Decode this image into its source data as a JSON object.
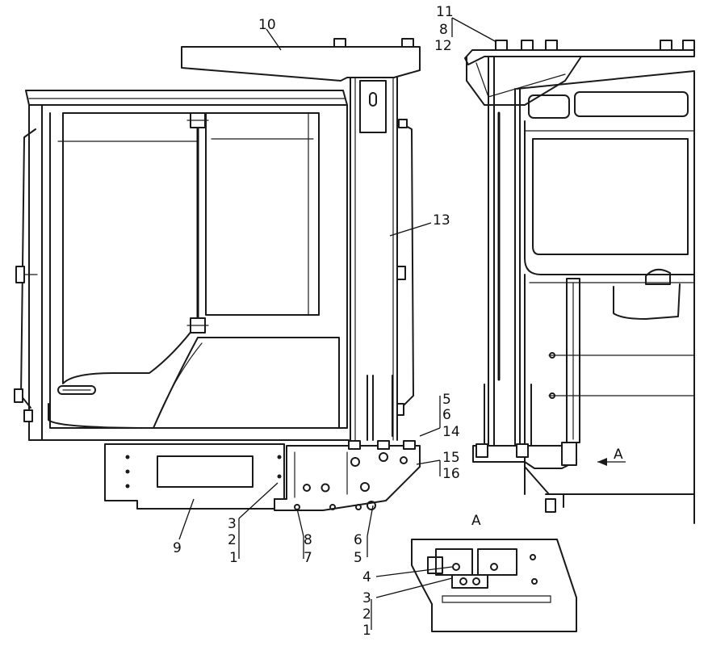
{
  "callouts": {
    "c10": "10",
    "c11": "11",
    "c8_top": "8",
    "c12": "12",
    "c13": "13",
    "c5_right": "5",
    "c6_right": "6",
    "c14": "14",
    "c15": "15",
    "c16": "16",
    "c9": "9",
    "c3_bottom": "3",
    "c2_bottom": "2",
    "c1_bottom": "1",
    "c8_bottom": "8",
    "c7_bottom": "7",
    "c6_bottom": "6",
    "c5_bottom": "5",
    "c4_detail": "4",
    "c3_detail": "3",
    "c2_detail": "2",
    "c1_detail": "1"
  },
  "view_labels": {
    "section_marker": "A",
    "detail_title": "A"
  }
}
